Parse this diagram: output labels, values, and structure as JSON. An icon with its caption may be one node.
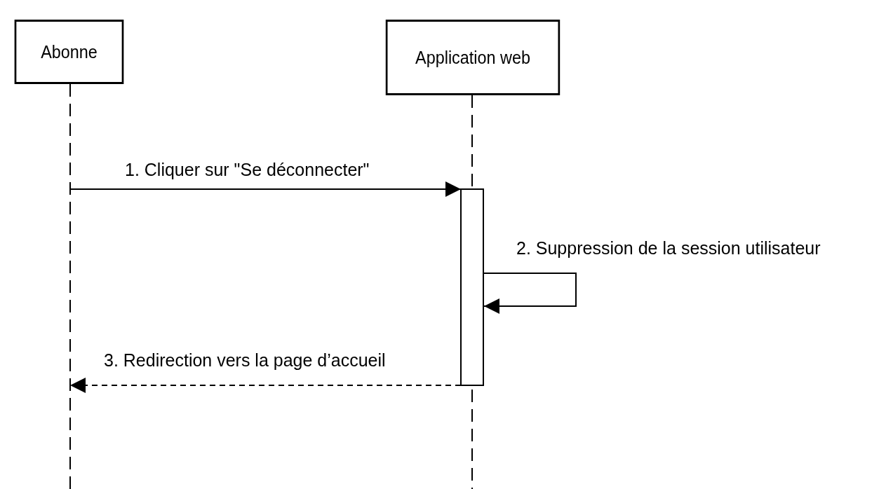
{
  "diagram": {
    "nodes": [
      {
        "text": [
          "Abonne"
        ]
      },
      {
        "text": [
          "Application web"
        ]
      },
      {
        "text": [],
        "shape": "bar",
        "in": 1
      }
    ],
    "edges": [
      {
        "from": 0,
        "to": 2,
        "arrow": "to",
        "label": "1. Cliquer sur \"Se déconnecter\""
      },
      {
        "from": 2,
        "to": 2,
        "arrow": "to",
        "label": "2. Suppression de la session utilisateur"
      },
      {
        "from": 2,
        "to": 0,
        "arrow": "to",
        "label": "3. Redirection vers la page d’accueil",
        "style": "dashed"
      }
    ]
  }
}
